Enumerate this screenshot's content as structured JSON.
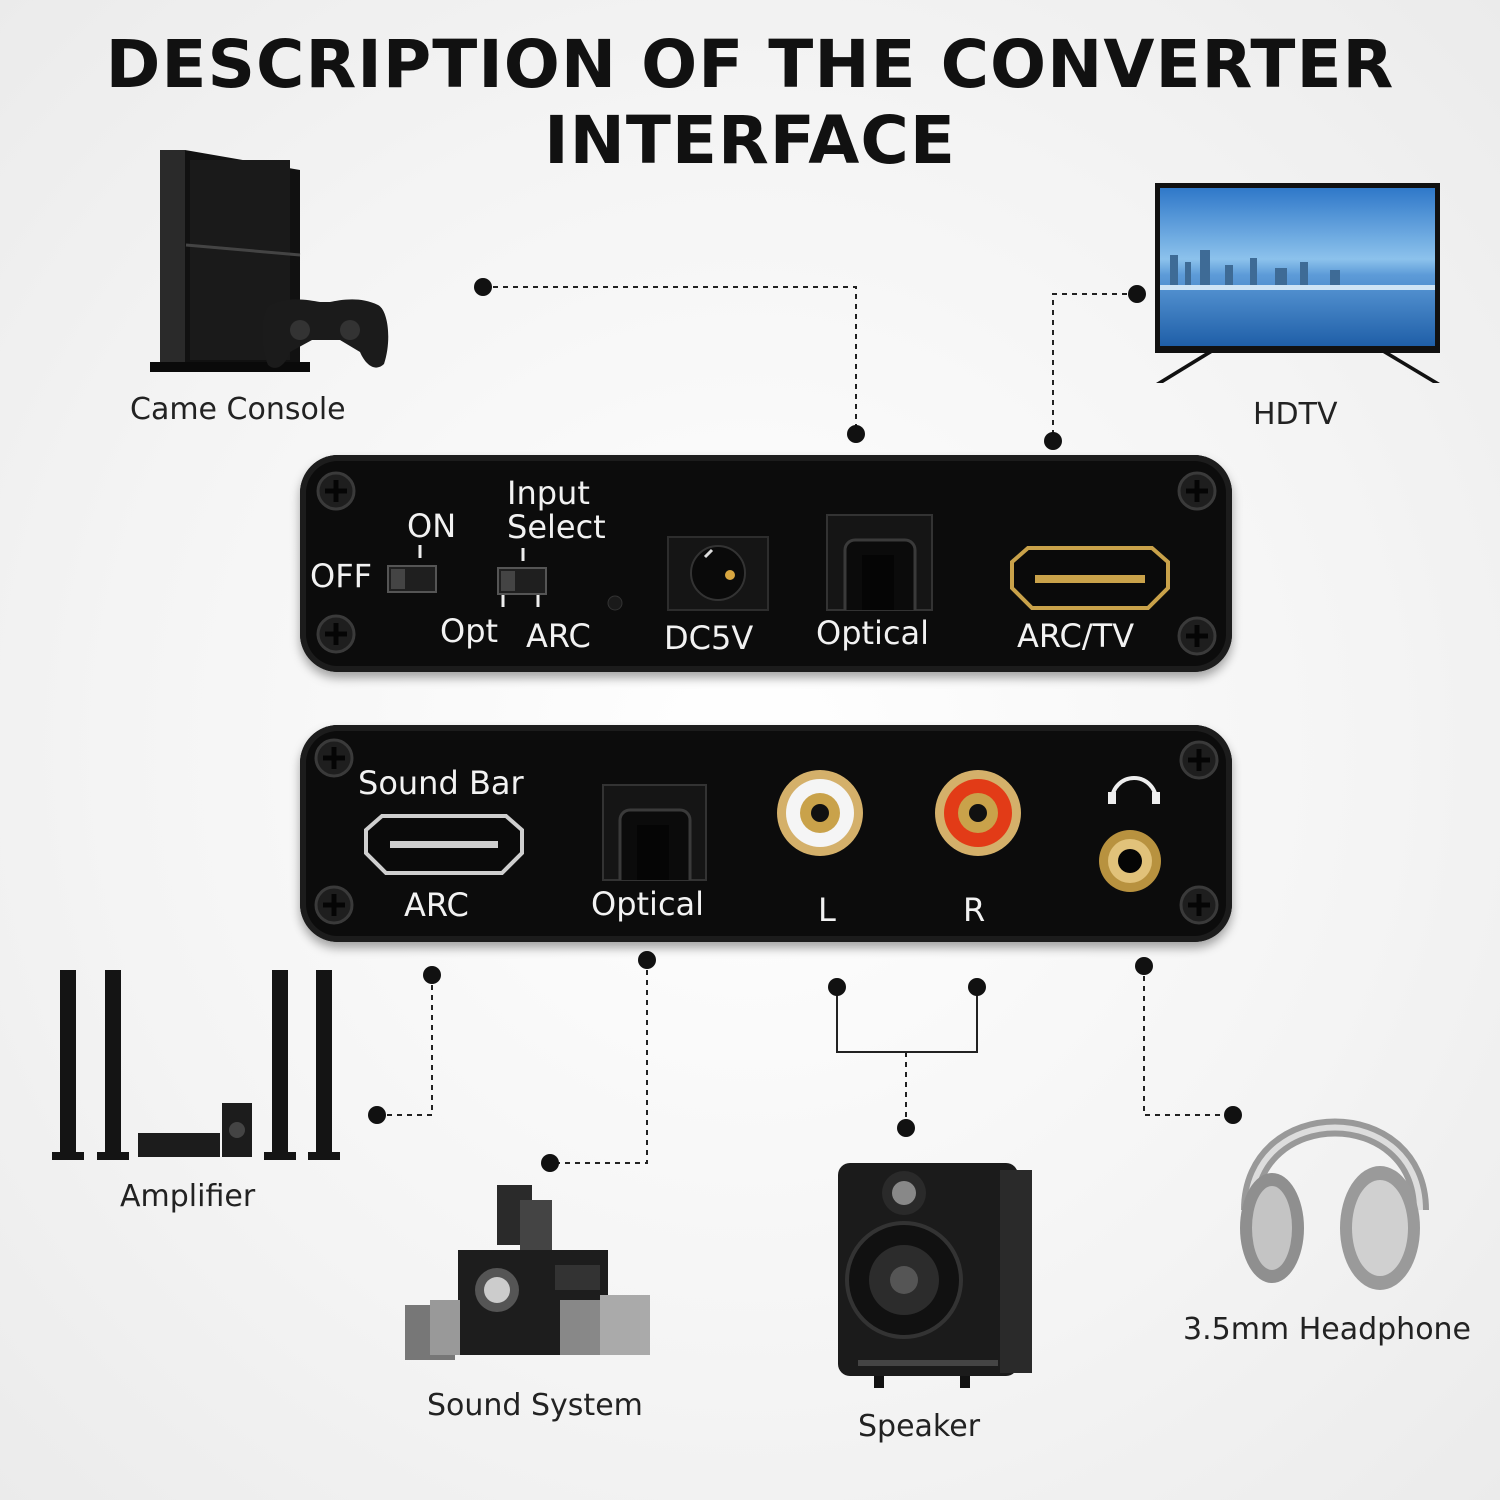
{
  "title": {
    "line1": "DESCRIPTION OF THE CONVERTER",
    "line2": "INTERFACE"
  },
  "devices": {
    "game_console": "Came Console",
    "hdtv": "HDTV",
    "amplifier": "Amplifier",
    "sound_system": "Sound System",
    "speaker": "Speaker",
    "headphone": "3.5mm Headphone"
  },
  "input_panel": {
    "off": "OFF",
    "on": "ON",
    "input_select_1": "Input",
    "input_select_2": "Select",
    "opt": "Opt",
    "arc": "ARC",
    "dc5v": "DC5V",
    "optical": "Optical",
    "arc_tv": "ARC/TV"
  },
  "output_panel": {
    "sound_bar": "Sound Bar",
    "arc": "ARC",
    "optical": "Optical",
    "left": "L",
    "right": "R"
  },
  "icons": [
    "screw-icon",
    "power-switch-icon",
    "input-switch-icon",
    "dc-jack-icon",
    "optical-port-icon",
    "hdmi-port-icon",
    "rca-white-icon",
    "rca-red-icon",
    "headphone-symbol-icon",
    "audio-jack-icon",
    "game-console-icon",
    "tv-icon",
    "amplifier-icon",
    "sound-system-icon",
    "speaker-icon",
    "headphone-icon"
  ],
  "colors": {
    "panel": "#0c0c0c",
    "rca_left": "#f5f5f5",
    "rca_right": "#e23b17",
    "gold": "#c9a24a"
  }
}
